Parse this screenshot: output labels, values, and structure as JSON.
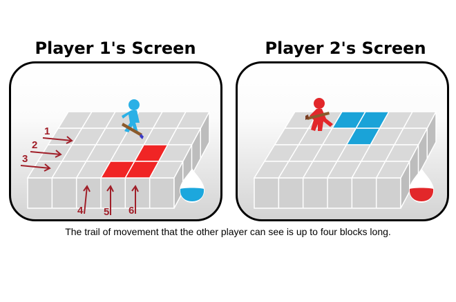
{
  "players": [
    {
      "title": "Player 1's Screen",
      "player_color": "#2ab0e6",
      "paint_color": "#34b6e8",
      "trail_color": "#f02525",
      "trail_cells": [
        [
          4,
          2
        ],
        [
          3,
          3
        ],
        [
          4,
          3
        ]
      ],
      "row_labels": [
        "1",
        "2",
        "3"
      ],
      "col_labels": [
        "4",
        "5",
        "6"
      ],
      "arrow_color": "#a01e28",
      "drop_icon": "water-drop-icon"
    },
    {
      "title": "Player 2's Screen",
      "player_color": "#e2272a",
      "paint_color": "#e2272a",
      "trail_color": "#1aa3d8",
      "trail_cells": [
        [
          2,
          0
        ],
        [
          3,
          0
        ],
        [
          3,
          1
        ]
      ],
      "drop_icon": "water-drop-icon"
    }
  ],
  "colors": {
    "tile_top": "#d9d9d9",
    "tile_grid": "#ffffff",
    "block_front": "#d0d0d0",
    "block_side": "#bdbdbd"
  },
  "caption": "The trail of movement that the other player can see is up to four blocks long."
}
